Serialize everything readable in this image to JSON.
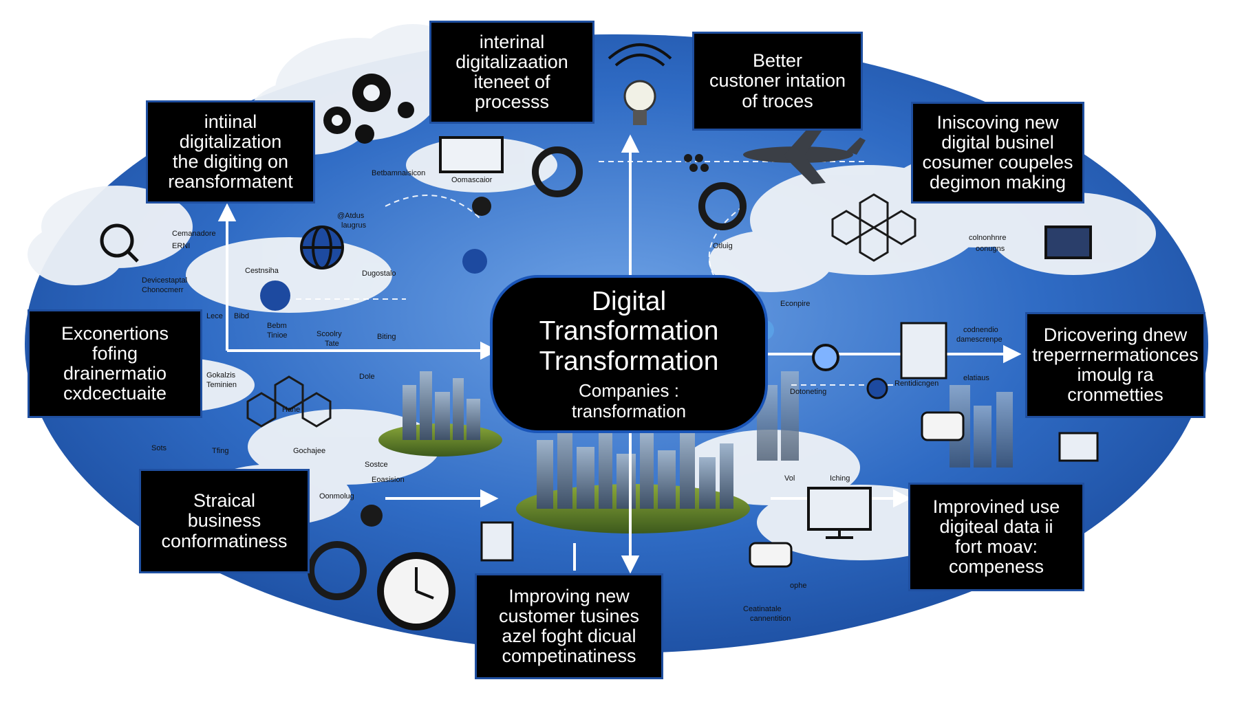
{
  "center": {
    "title_lines": [
      "Digital",
      "Transformation",
      "Transformation"
    ],
    "subtitle_lines": [
      "Companies :",
      "transformation"
    ]
  },
  "boxes": {
    "top_left": [
      "intiinal",
      "digitalization",
      "the digiting on",
      "reansformatent"
    ],
    "top_center": [
      "interinal",
      "digitalizaation",
      "iteneet of",
      "processs"
    ],
    "top_right": [
      "Better",
      "custoner intation",
      "of troces"
    ],
    "right_upper": [
      "Iniscoving new",
      "digital businel",
      "cosumer coupeles",
      "degimon making"
    ],
    "left_middle": [
      "Exconertions",
      "fofing",
      "drainermatio",
      "cxdcectuaite"
    ],
    "right_middle": [
      "Dricovering dnew",
      "treperrnermationces",
      "imoulg ra",
      "cronmetties"
    ],
    "left_lower": [
      "Straical",
      "business",
      "conformatiness"
    ],
    "bottom_center": [
      "Improving new",
      "customer tusines",
      "azel foght dicual",
      "competinatiness"
    ],
    "right_lower": [
      "Improvined use",
      "digiteal data  ii",
      "fort moav:",
      "compeness"
    ]
  },
  "mini_labels": {
    "l1": "Betbamnaisicon",
    "l2": "Oomascaior",
    "l3": "Cemanadore",
    "l4": "ERNI",
    "l5": "Devicestaptal",
    "l6": "Chonocmerr",
    "l7": "Cestnsiha",
    "l8": "@Atdus",
    "l9": "laugrus",
    "l10": "Dugostalo",
    "l11": "Lece",
    "l12": "Bibd",
    "l13": "Bebm",
    "l14": "Tinioe",
    "l15": "Scoolry",
    "l16": "Tate",
    "l17": "Biting",
    "l18": "Gokalzis",
    "l19": "Teminien",
    "l20": "Dole",
    "l21": "Hane",
    "l22": "Tfing",
    "l23": "Gochajee",
    "l24": "Sostce",
    "l25": "Eoasision",
    "l26": "Oonmolug",
    "l27": "Otluig",
    "l28": "Econpire",
    "l29": "colnonhnre",
    "l30": "oonugns",
    "l31": "codnendio",
    "l32": "damescrenpe",
    "l33": "Rentidicngen",
    "l34": "Dotoneting",
    "l35": "elatiaus",
    "l36": "Iching",
    "l37": "Ceatinatale",
    "l38": "cannentition",
    "l39": "ophe",
    "l40": "Sots",
    "l41": "Vol"
  },
  "colors": {
    "box_background": "#000000",
    "box_border": "#1f4fa0",
    "sky_blue": "#2f6bc4",
    "text": "#ffffff"
  }
}
